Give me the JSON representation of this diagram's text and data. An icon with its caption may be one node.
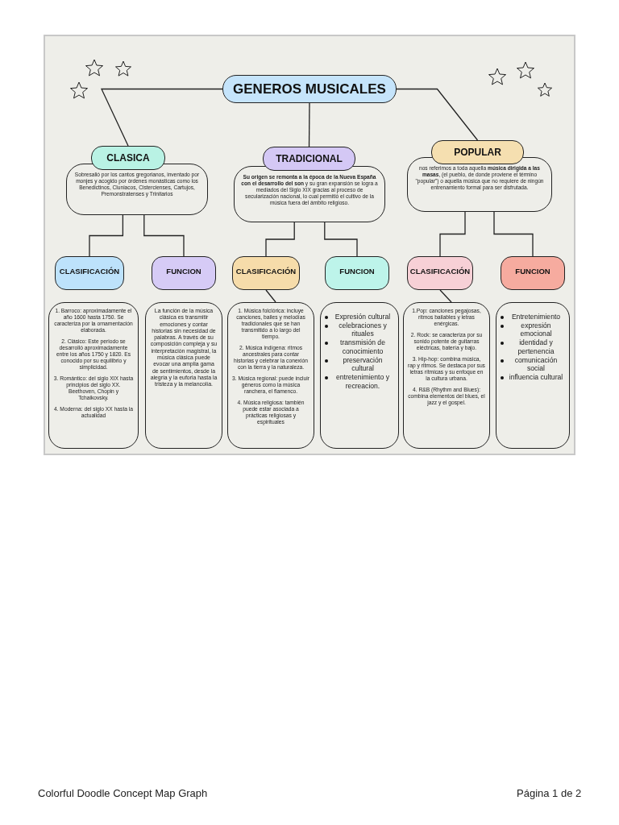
{
  "diagram": {
    "nodes": [
      {
        "text": [
          "GENEROS MUSICALES"
        ]
      },
      {
        "text": [
          "CLASICA"
        ]
      },
      {
        "text": [
          "Sobresalió por los cantos gregorianos, inventado por monjes y acogido por órdenes monásticas como los Benedictinos, Cluniacos, Cistercienses, Cartujos, Premonstratenses y Trinitarios"
        ]
      },
      {
        "text": [
          "TRADICIONAL"
        ]
      },
      {
        "text": [
          "**Su origen se remonta a la época de la Nueva España con el desarrollo del son** y su gran expansión se logra a mediados del Siglo XIX gracias al proceso de secularización nacional, lo cual permitió el cultivo de la música fuera del ámbito religioso."
        ]
      },
      {
        "text": [
          "POPULAR"
        ]
      },
      {
        "text": [
          "nos referimos a toda aquella **música dirigida a las masas**, (el pueblo, de donde proviene el término \"popular\") o aquella música que no requiere de ningún entrenamiento formal para ser disfrutada."
        ]
      },
      {
        "text": [
          "CLASIFICACIÓN"
        ]
      },
      {
        "text": [
          "FUNCION"
        ]
      },
      {
        "text": [
          "CLASIFICACIÓN"
        ]
      },
      {
        "text": [
          "FUNCION"
        ]
      },
      {
        "text": [
          "CLASIFICACIÓN"
        ]
      },
      {
        "text": [
          "FUNCION"
        ]
      },
      {
        "text": [
          "1. Barroco: aproximadamente el año 1600 hasta 1750. Se caracteriza por la ornamentación elaborada.",
          "2. Clásico: Este periodo se desarrolló aproximadamente entre los años 1750 y 1820. Es conocido por su equilibrio y simplicidad.",
          "3. Romántico: del siglo XIX hasta principios del siglo XX. Beethoven, Chopin y Tchaikovsky.",
          "4. Moderna: del siglo XX hasta la actualidad"
        ]
      },
      {
        "text": [
          "La función de la música clásica es transmitir emociones y contar historias sin necesidad de palabras. A través de su composición compleja y su interpretación magistral, la música clásica puede evocar una amplia gama de sentimientos, desde la alegría y la euforia hasta la tristeza y la melancolía."
        ]
      },
      {
        "text": [
          "1. Música folclórica: incluye canciones, bailes y melodías tradicionales que se han transmitido a lo largo del tiempo.",
          "2. Música indígena:  ritmos ancestrales para contar historias y celebrar la conexión con la tierra y la naturaleza.",
          "3. Música regional: puede incluir géneros como la música ranchera, el flamenco.",
          "4. Música religiosa: también puede estar asociada a prácticas religiosas y espirituales"
        ]
      },
      {
        "text": [
          "Expresión cultural",
          "celebraciones y rituales",
          "transmisión de conocimiento",
          "preservación cultural",
          "entretenimiento y recreacion."
        ]
      },
      {
        "text": [
          "1.Pop:  canciones pegajosas, ritmos bailables y letras enérgicas.",
          "2. Rock: se caracteriza por su sonido potente de guitarras eléctricas, batería y bajo.",
          "3. Hip-hop: combina música, rap y ritmos. Se destaca por sus letras rítmicas y su enfoque en la cultura urbana.",
          "4. R&B (Rhythm and Blues):  combina elementos del blues, el jazz y el gospel."
        ]
      },
      {
        "text": [
          "Entretenimiento",
          "expresión emocional",
          "identidad y pertenencia",
          "comunicación social",
          "influencia cultural"
        ]
      }
    ],
    "edges": [
      {
        "from": 0,
        "to": 1,
        "arrow": "none"
      },
      {
        "from": 0,
        "to": 3,
        "arrow": "none"
      },
      {
        "from": 0,
        "to": 5,
        "arrow": "none"
      },
      {
        "from": 2,
        "to": 7,
        "arrow": "none"
      },
      {
        "from": 2,
        "to": 8,
        "arrow": "none"
      },
      {
        "from": 4,
        "to": 9,
        "arrow": "none"
      },
      {
        "from": 4,
        "to": 10,
        "arrow": "none"
      },
      {
        "from": 6,
        "to": 11,
        "arrow": "none"
      },
      {
        "from": 6,
        "to": 12,
        "arrow": "none"
      },
      {
        "from": 9,
        "to": 15,
        "arrow": "none"
      },
      {
        "from": 11,
        "to": 17,
        "arrow": "none"
      }
    ],
    "labels": [
      "Colorful Doodle Concept Map Graph",
      "Página 1 de 2"
    ]
  }
}
